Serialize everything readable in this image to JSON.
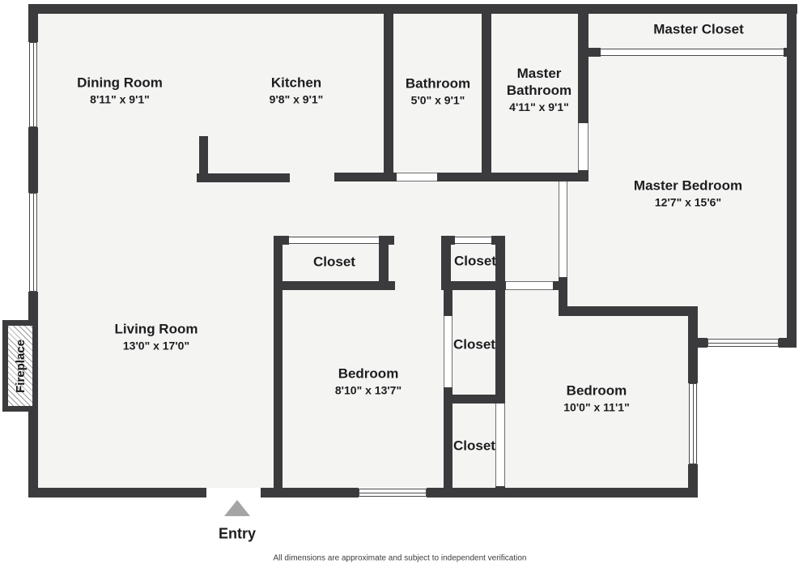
{
  "plan": {
    "rooms": {
      "dining_room": {
        "name": "Dining Room",
        "dims": "8'11\" x 9'1\""
      },
      "kitchen": {
        "name": "Kitchen",
        "dims": "9'8\" x 9'1\""
      },
      "bathroom": {
        "name": "Bathroom",
        "dims": "5'0\" x 9'1\""
      },
      "master_bathroom": {
        "name": "Master Bathroom",
        "dims": "4'11\" x 9'1\""
      },
      "master_closet": {
        "name": "Master Closet"
      },
      "master_bedroom": {
        "name": "Master Bedroom",
        "dims": "12'7\" x 15'6\""
      },
      "living_room": {
        "name": "Living Room",
        "dims": "13'0\" x 17'0\""
      },
      "bedroom_left": {
        "name": "Bedroom",
        "dims": "8'10\" x 13'7\""
      },
      "bedroom_right": {
        "name": "Bedroom",
        "dims": "10'0\" x 11'1\""
      },
      "closet_hall": {
        "name": "Closet"
      },
      "closet_small": {
        "name": "Closet"
      },
      "closet_middle": {
        "name": "Closet"
      },
      "closet_lower": {
        "name": "Closet"
      }
    },
    "features": {
      "fireplace_label": "Fireplace",
      "entry_label": "Entry"
    },
    "footer_disclaimer": "All dimensions are approximate and subject to independent verification",
    "colors": {
      "wall": "#3b3b3d",
      "floor": "#f4f4f3",
      "background": "#ffffff",
      "entry_arrow": "#a5a5a5",
      "text": "#1d1d1f"
    }
  }
}
